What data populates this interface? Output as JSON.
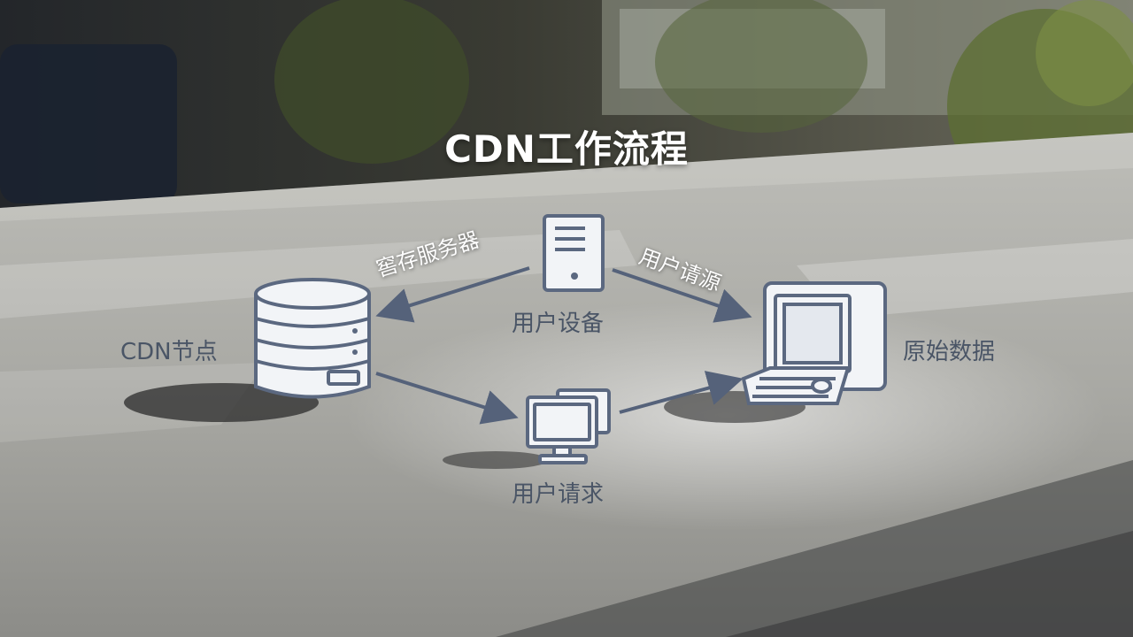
{
  "title": "CDN工作流程",
  "nodes": {
    "cdn_node": "CDN节点",
    "user_device": "用户设备",
    "origin_data": "原始数据",
    "user_request": "用户请求"
  },
  "edges": {
    "cache_server": "窖存服务器",
    "user_request_source": "用户请源"
  },
  "colors": {
    "arrow": "#55627a",
    "icon_stroke": "#5b6880",
    "icon_fill": "#f2f4f7",
    "label": "#4a5566"
  }
}
